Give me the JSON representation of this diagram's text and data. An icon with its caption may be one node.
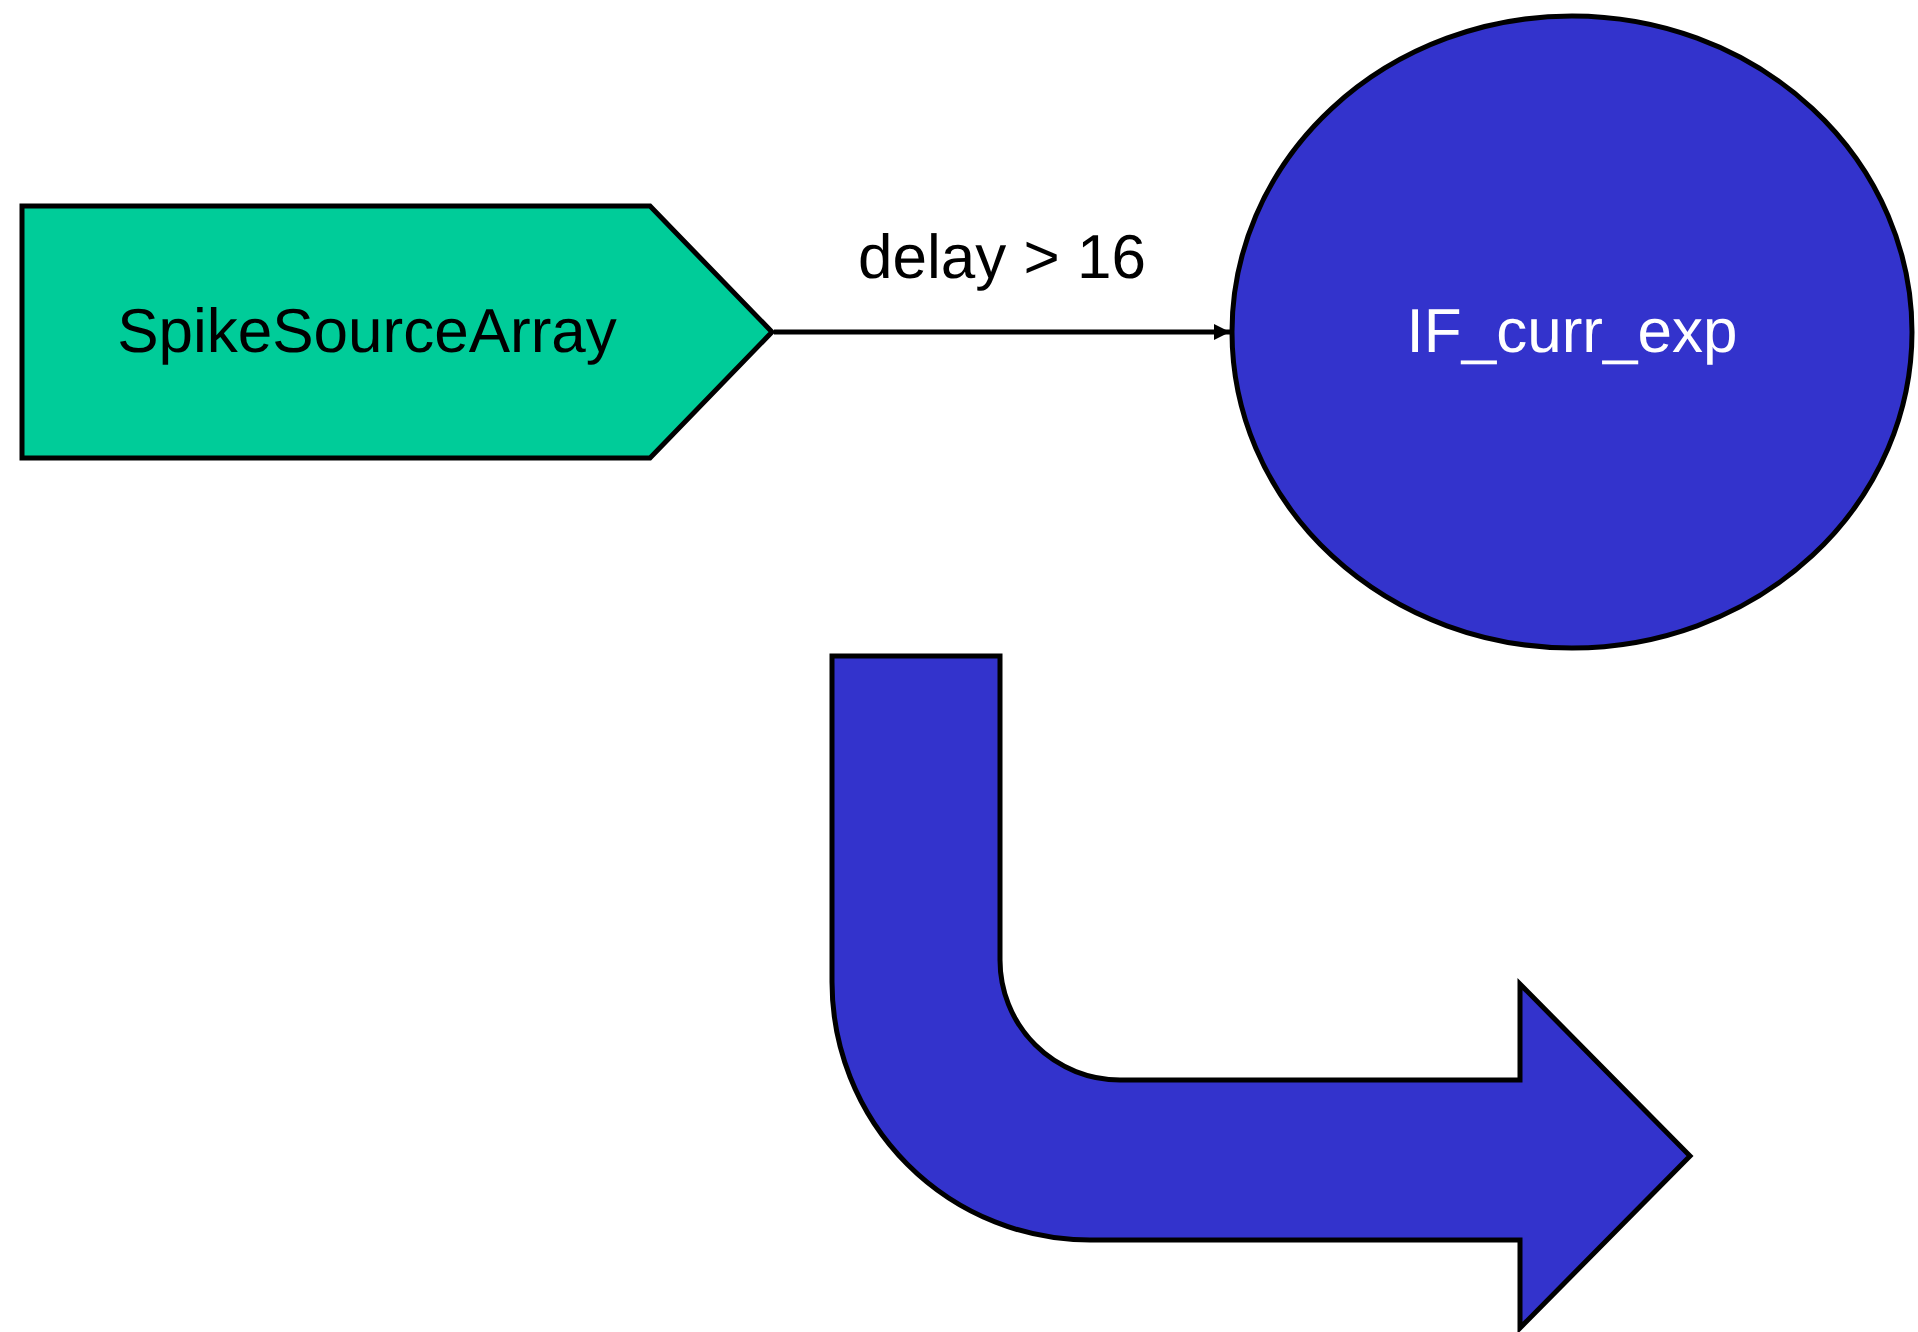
{
  "diagram": {
    "nodes": [
      {
        "text": [
          "SpikeSourceArray"
        ]
      },
      {
        "text": [
          "IF_curr_exp"
        ]
      }
    ],
    "edges": [
      {
        "from": 0,
        "to": 1,
        "arrow": "to",
        "label": "delay > 16"
      }
    ]
  }
}
